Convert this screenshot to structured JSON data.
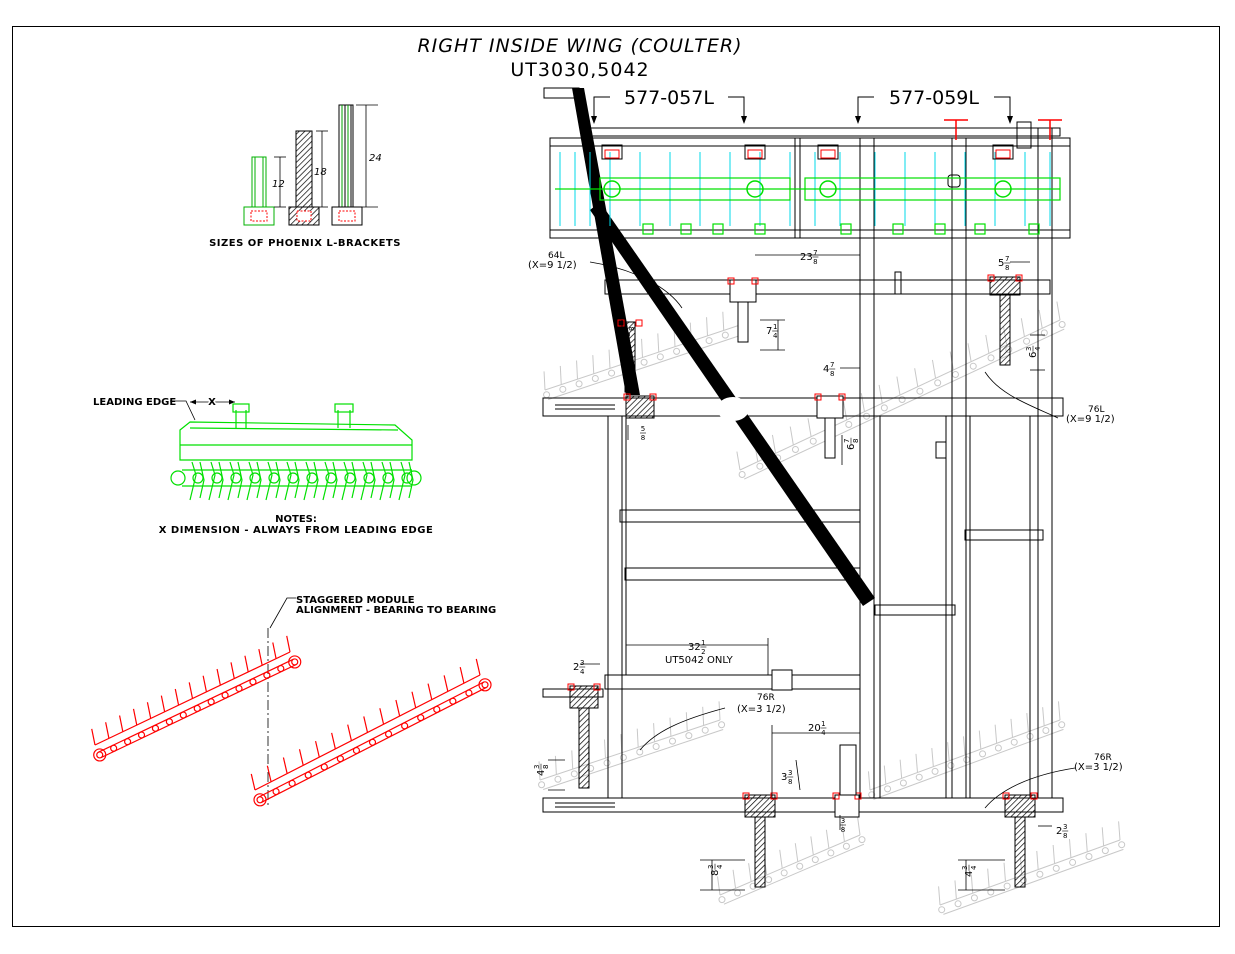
{
  "title": {
    "line1": "RIGHT INSIDE WING (COULTER)",
    "line2": "UT3030,5042"
  },
  "part_numbers": {
    "left": "577-057L",
    "right": "577-059L"
  },
  "brackets": {
    "caption": "SIZES OF PHOENIX L-BRACKETS",
    "sizes": [
      "12",
      "18",
      "24"
    ]
  },
  "leading_edge_detail": {
    "leading_edge_label": "LEADING EDGE",
    "x_label": "X",
    "notes_title": "NOTES:",
    "notes_text": "X DIMENSION - ALWAYS FROM LEADING EDGE"
  },
  "staggered": {
    "line1": "STAGGERED MODULE",
    "line2": "ALIGNMENT - BEARING TO BEARING"
  },
  "callouts": {
    "c64l": "64L",
    "c64l_x": "(X=9  1/2)",
    "c76l": "76L",
    "c76l_x": "(X=9  1/2)",
    "c76r_a": "76R",
    "c76r_a_x": "(X=3  1/2)",
    "c76r_b": "76R",
    "c76r_b_x": "(X=3  1/2)",
    "ut5042": "UT5042  ONLY"
  },
  "dimensions": {
    "d23": {
      "whole": "23",
      "num": "7",
      "den": "8"
    },
    "d5a": {
      "whole": "5",
      "num": "7",
      "den": "8"
    },
    "d7": {
      "whole": "7",
      "num": "1",
      "den": "4"
    },
    "d6a": {
      "whole": "6",
      "num": "3",
      "den": "8"
    },
    "d6b": {
      "whole": "6",
      "num": "3",
      "den": "4"
    },
    "d4a": {
      "whole": "4",
      "num": "7",
      "den": "8"
    },
    "d5b": {
      "whole": "",
      "num": "5",
      "den": "8"
    },
    "d6c": {
      "whole": "6",
      "num": "7",
      "den": "8"
    },
    "d32": {
      "whole": "32",
      "num": "1",
      "den": "2"
    },
    "d2a": {
      "whole": "2",
      "num": "3",
      "den": "4"
    },
    "d20": {
      "whole": "20",
      "num": "1",
      "den": "4"
    },
    "d4b": {
      "whole": "4",
      "num": "3",
      "den": "8"
    },
    "d3": {
      "whole": "3",
      "num": "3",
      "den": "8"
    },
    "d3b": {
      "whole": "",
      "num": "3",
      "den": "8"
    },
    "d2b": {
      "whole": "2",
      "num": "3",
      "den": "8"
    },
    "d8": {
      "whole": "8",
      "num": "3",
      "den": "4"
    },
    "d4c": {
      "whole": "4",
      "num": "3",
      "den": "4"
    }
  },
  "colors": {
    "line": "#000000",
    "bracket_red": "#ff0000",
    "module_green": "#00e000",
    "shaft_cyan": "#00d8e8",
    "ghost_gray": "#c8c8c8"
  }
}
